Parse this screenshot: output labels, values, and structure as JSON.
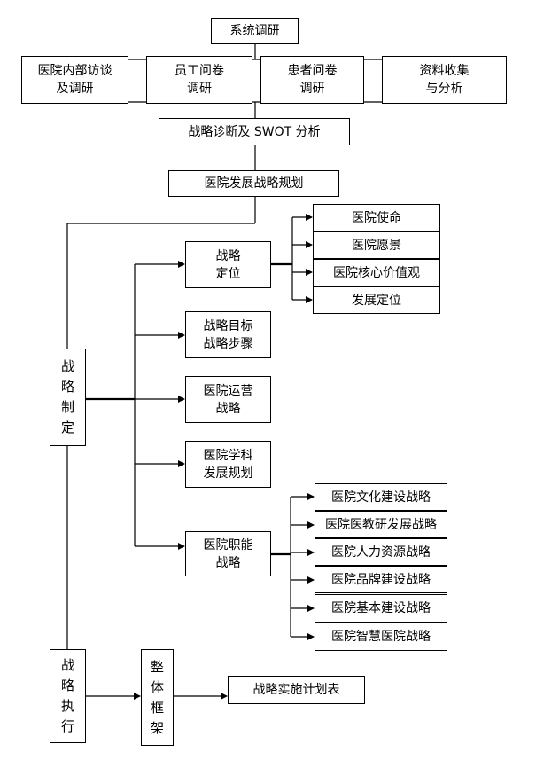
{
  "top": {
    "research": "系统调研",
    "methods": [
      "医院内部访谈\n及调研",
      "员工问卷\n调研",
      "患者问卷\n调研",
      "资料收集\n与分析"
    ],
    "swot": "战略诊断及 SWOT 分析",
    "planning": "医院发展战略规划"
  },
  "formulation": {
    "title": "战\n略\n制\n定",
    "positioning": "战略\n定位",
    "positioning_items": [
      "医院使命",
      "医院愿景",
      "医院核心价值观",
      "发展定位"
    ],
    "goals": "战略目标\n战略步骤",
    "operations": "医院运营\n战略",
    "discipline": "医院学科\n发展规划",
    "functional": "医院职能\n战略",
    "functional_items": [
      "医院文化建设战略",
      "医院医教研发展战略",
      "医院人力资源战略",
      "医院品牌建设战略",
      "医院基本建设战略",
      "医院智慧医院战略"
    ]
  },
  "execution": {
    "title": "战\n略\n执\n行",
    "framework": "整\n体\n框\n架",
    "schedule": "战略实施计划表"
  }
}
